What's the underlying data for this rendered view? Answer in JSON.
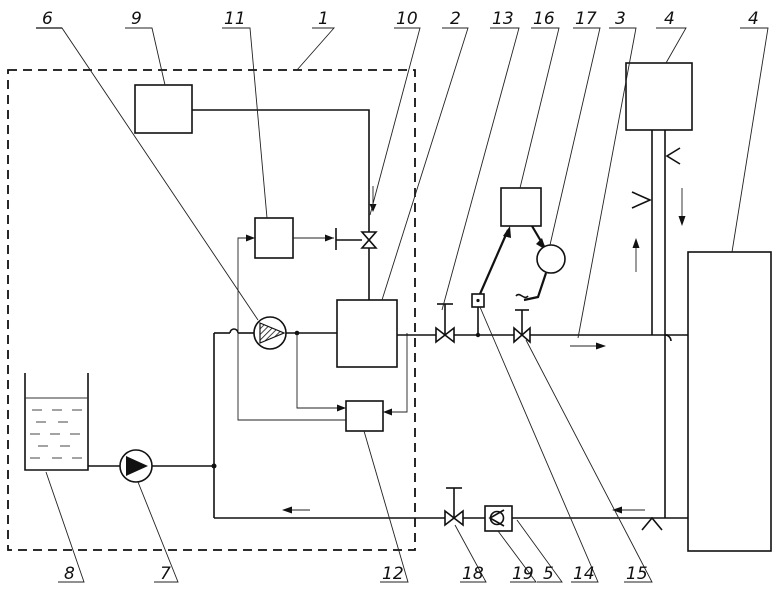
{
  "labels": {
    "l1": "1",
    "l2": "2",
    "l3": "3",
    "l4a": "4",
    "l4b": "4",
    "l5": "5",
    "l6": "6",
    "l7": "7",
    "l8": "8",
    "l9": "9",
    "l10": "10",
    "l11": "11",
    "l12": "12",
    "l13": "13",
    "l14": "14",
    "l15": "15",
    "l16": "16",
    "l17": "17",
    "l18": "18",
    "l19": "19"
  }
}
